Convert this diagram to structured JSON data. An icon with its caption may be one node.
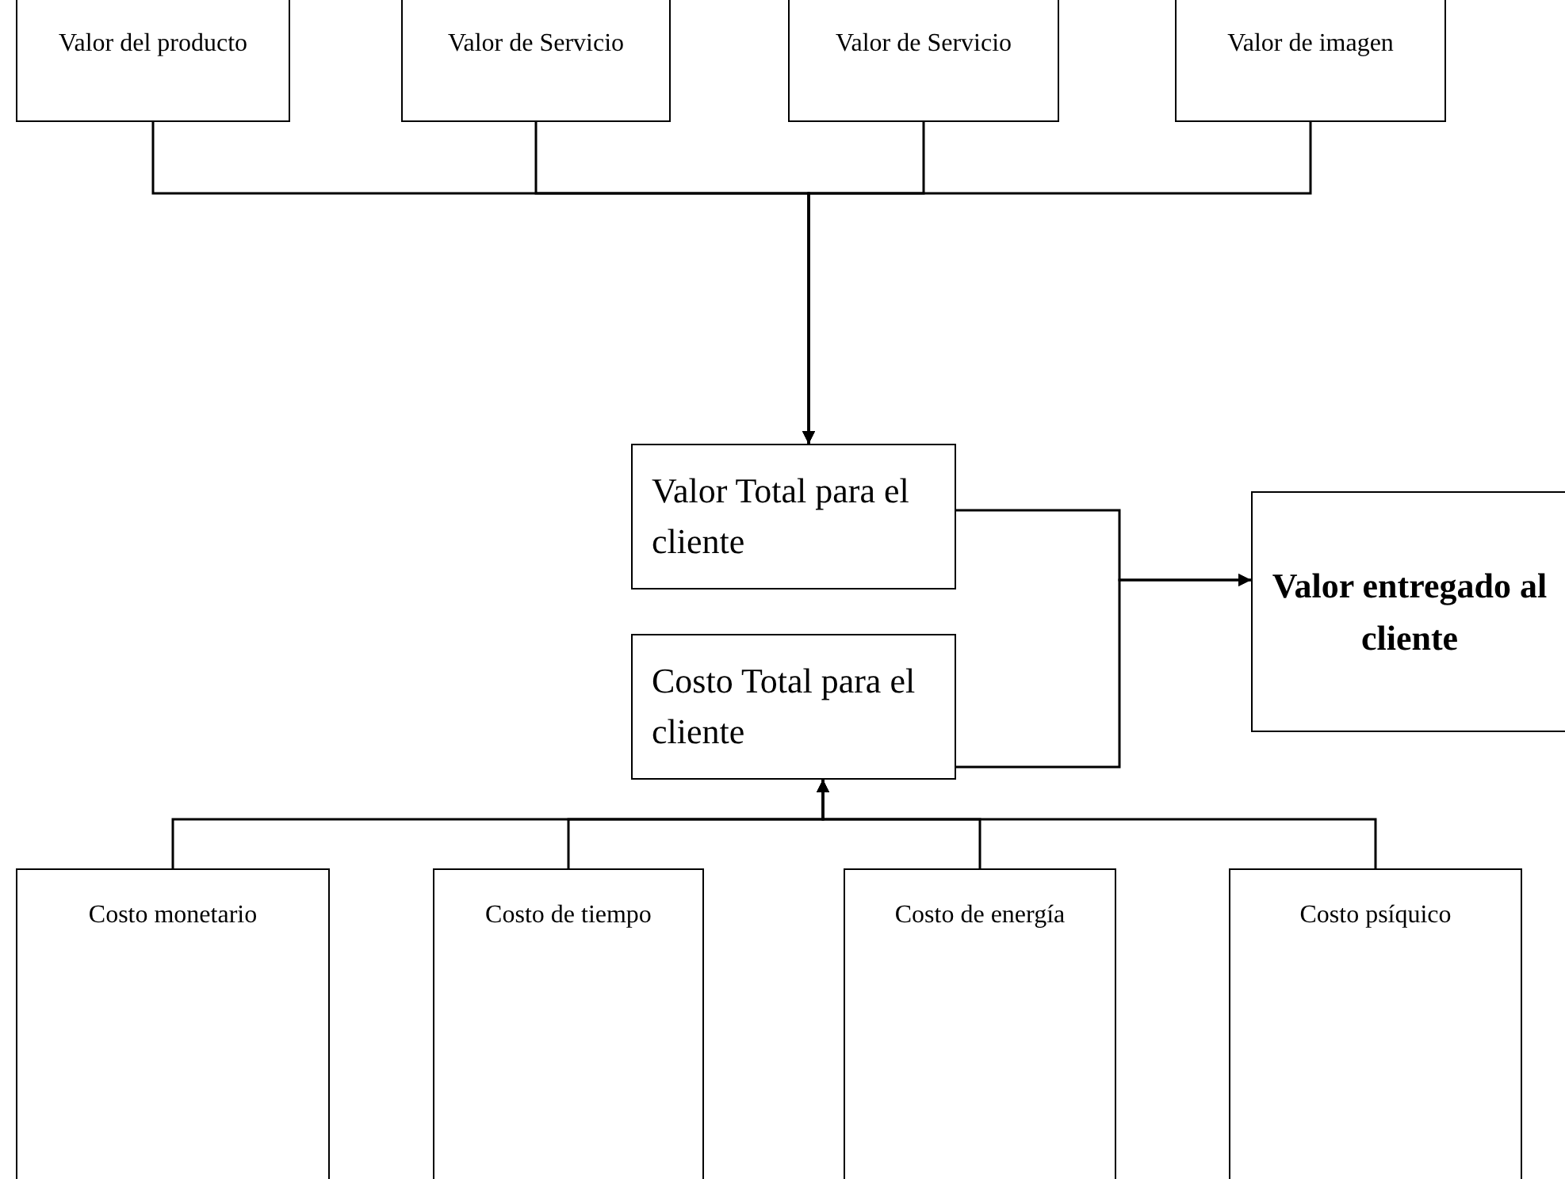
{
  "diagram": {
    "nodes": [
      {
        "text": [
          "Valor del producto"
        ]
      },
      {
        "text": [
          "Valor de Servicio"
        ]
      },
      {
        "text": [
          "Valor de Servicio"
        ]
      },
      {
        "text": [
          "Valor de imagen"
        ]
      },
      {
        "text": [
          "Valor Total para el cliente"
        ]
      },
      {
        "text": [
          "Costo Total para el cliente"
        ]
      },
      {
        "text": [
          "Valor entregado al cliente"
        ]
      },
      {
        "text": [
          "Costo monetario"
        ]
      },
      {
        "text": [
          "Costo de tiempo"
        ]
      },
      {
        "text": [
          "Costo de energía"
        ]
      },
      {
        "text": [
          "Costo psíquico"
        ]
      }
    ],
    "edges": [
      {
        "from": 0,
        "to": 4,
        "arrow": "to"
      },
      {
        "from": 1,
        "to": 4,
        "arrow": "to"
      },
      {
        "from": 2,
        "to": 4,
        "arrow": "to"
      },
      {
        "from": 3,
        "to": 4,
        "arrow": "to"
      },
      {
        "from": 4,
        "to": 6,
        "arrow": "to"
      },
      {
        "from": 5,
        "to": 6,
        "arrow": "to"
      },
      {
        "from": 7,
        "to": 5,
        "arrow": "to"
      },
      {
        "from": 8,
        "to": 5,
        "arrow": "to"
      },
      {
        "from": 9,
        "to": 5,
        "arrow": "to"
      },
      {
        "from": 10,
        "to": 5,
        "arrow": "to"
      }
    ]
  }
}
